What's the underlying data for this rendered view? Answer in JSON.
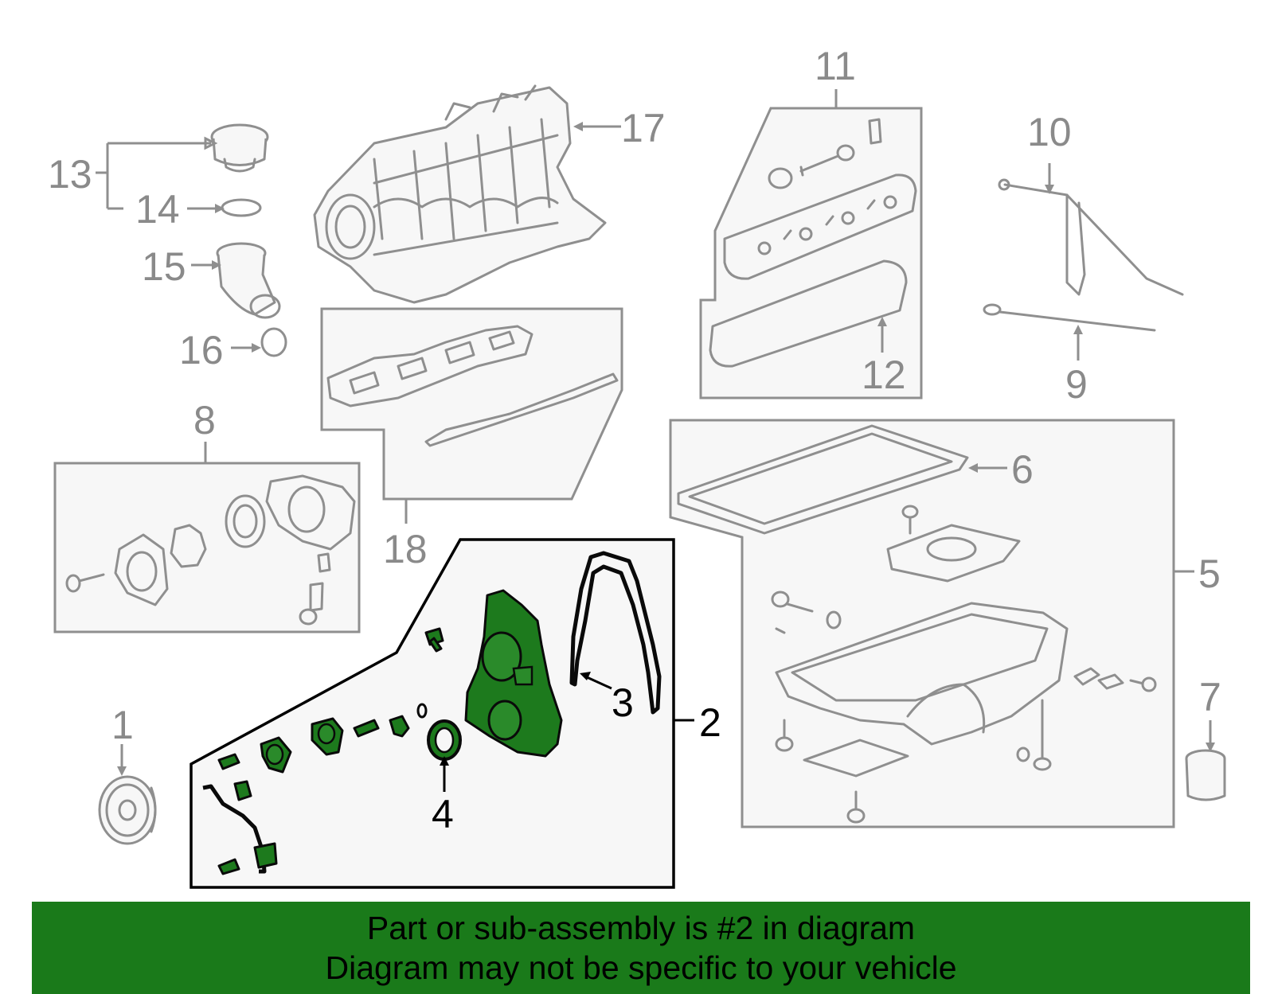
{
  "callouts": {
    "c1": "1",
    "c2": "2",
    "c3": "3",
    "c4": "4",
    "c5": "5",
    "c6": "6",
    "c7": "7",
    "c8": "8",
    "c9": "9",
    "c10": "10",
    "c11": "11",
    "c12": "12",
    "c13": "13",
    "c14": "14",
    "c15": "15",
    "c16": "16",
    "c17": "17",
    "c18": "18"
  },
  "banner": {
    "line1": "Part or sub-assembly is #2 in diagram",
    "line2": "Diagram may not be specific to your vehicle"
  },
  "colors": {
    "highlight": "#1d7a1d",
    "banner": "#1a7a1a",
    "part_outline": "#8f8f8f"
  }
}
